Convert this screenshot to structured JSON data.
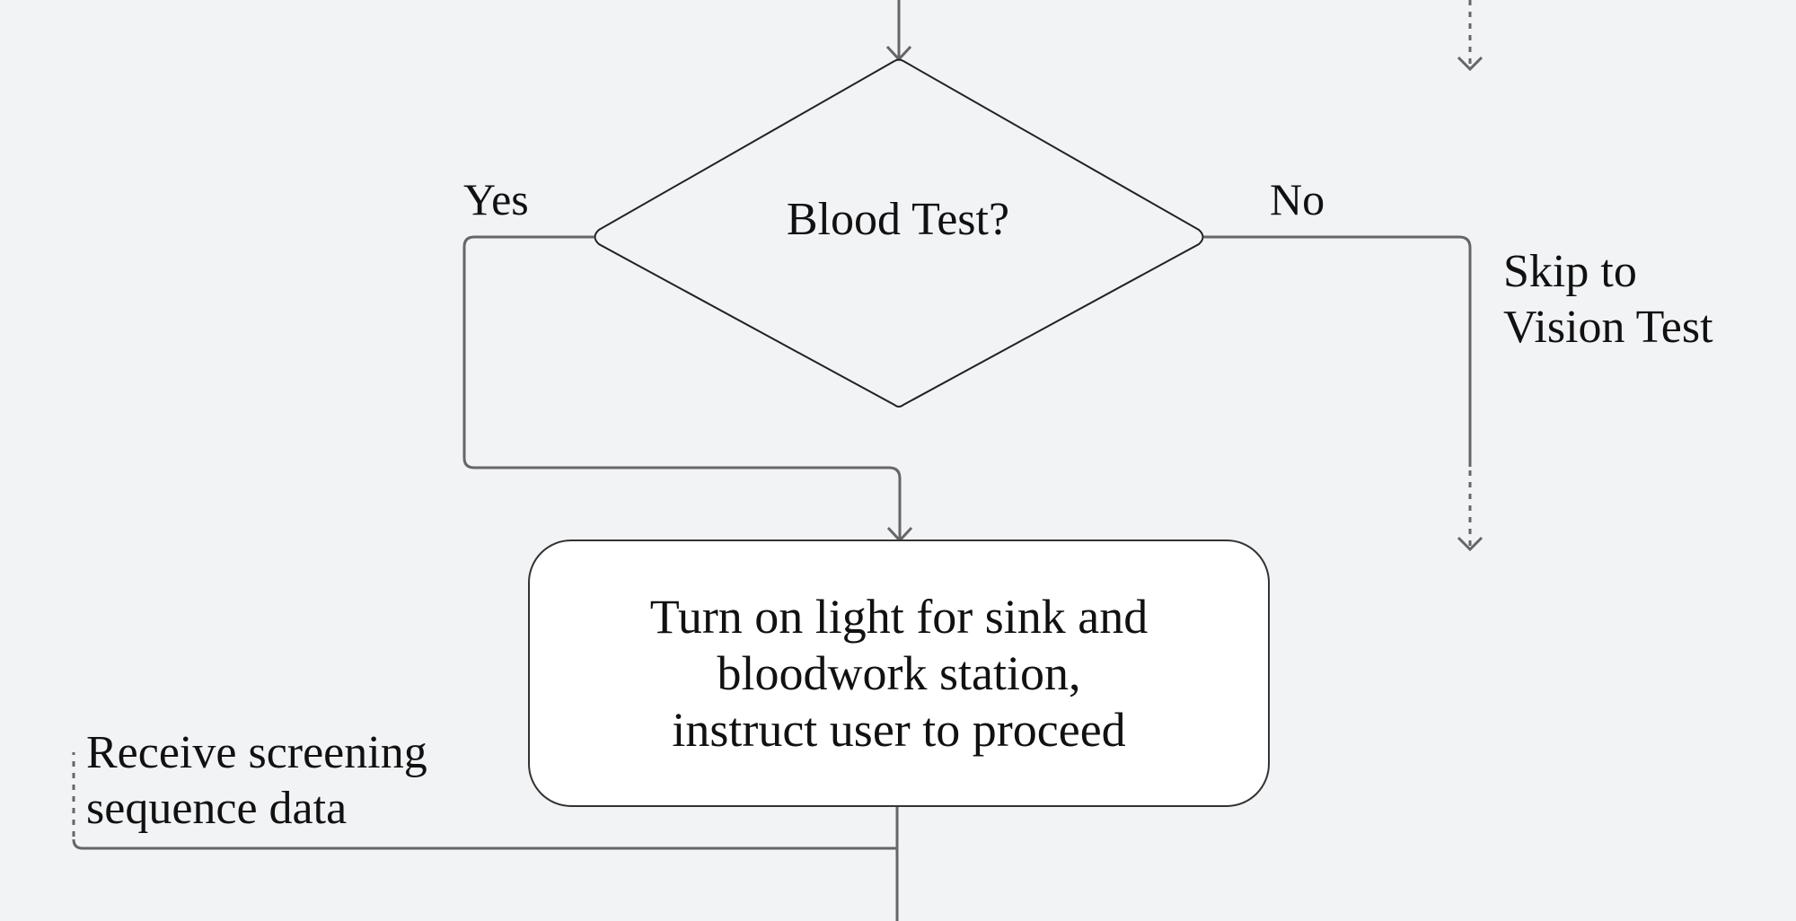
{
  "decision": {
    "label": "Blood Test?"
  },
  "branches": {
    "yes_label": "Yes",
    "no_label": "No"
  },
  "notes": {
    "skip_lines": [
      "Skip to",
      "Vision Test"
    ],
    "receive_lines": [
      "Receive screening",
      "sequence data"
    ]
  },
  "process": {
    "lines": [
      "Turn on light for sink and",
      "bloodwork station,",
      "instruct user to proceed"
    ]
  },
  "colors": {
    "background": "#f2f3f5",
    "connector": "#666666",
    "box_fill": "#ffffff",
    "box_stroke": "#333333",
    "text": "#111111"
  }
}
